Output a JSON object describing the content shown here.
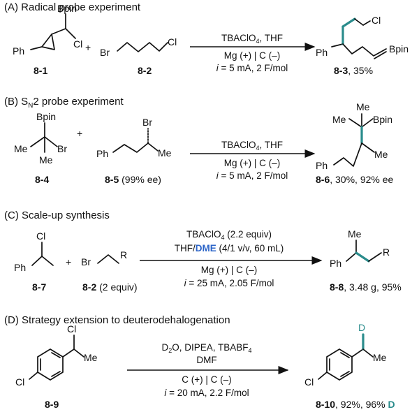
{
  "colors": {
    "teal": "#2a8c8c",
    "blue": "#2b64c8",
    "text": "#111111"
  },
  "sections": {
    "a": {
      "title": "(A) Radical probe experiment"
    },
    "b": {
      "title_pre": "(B) S",
      "title_sub": "N",
      "title_post": "2 probe experiment"
    },
    "c": {
      "title": "(C) Scale-up synthesis"
    },
    "d": {
      "title": "(D) Strategy extension to deuterodehalogenation"
    }
  },
  "a": {
    "reactant1": {
      "label": "8-1",
      "ph": "Ph",
      "bpin": "Bpin",
      "cl": "Cl"
    },
    "plus": "+",
    "reactant2": {
      "label": "8-2",
      "br": "Br",
      "cl": "Cl"
    },
    "cond1_pre": "TBAClO",
    "cond1_sub": "4",
    "cond1_post": ", THF",
    "cond2": "Mg (+) | C (–)",
    "cond3_i": "i",
    "cond3_rest": " = 5 mA, 2 F/mol",
    "product": {
      "label": "8-3",
      "yield": ", 35%",
      "ph": "Ph",
      "cl": "Cl",
      "bpin": "Bpin"
    }
  },
  "b": {
    "reactant1": {
      "label": "8-4",
      "bpin": "Bpin",
      "me1": "Me",
      "me2": "Me",
      "br": "Br"
    },
    "plus": "+",
    "reactant2": {
      "label": "8-5",
      "ee": " (99% ee)",
      "ph": "Ph",
      "br": "Br",
      "me": "Me"
    },
    "cond1_pre": "TBAClO",
    "cond1_sub": "4",
    "cond1_post": ", THF",
    "cond2": "Mg (+) | C (–)",
    "cond3_i": "i",
    "cond3_rest": " = 5 mA, 2 F/mol",
    "product": {
      "label": "8-6",
      "yield": ", 30%, 92% ee",
      "me1": "Me",
      "me2": "Me",
      "bpin": "Bpin",
      "me3": "Me",
      "ph": "Ph"
    }
  },
  "c": {
    "reactant1": {
      "label": "8-7",
      "cl": "Cl",
      "ph": "Ph"
    },
    "plus": "+",
    "reactant2": {
      "label": "8-2",
      "equiv": " (2 equiv)",
      "br": "Br",
      "r": "R"
    },
    "cond1_pre": "TBAClO",
    "cond1_sub": "4",
    "cond1_post": " (2.2 equiv)",
    "cond2_pre": "THF/",
    "cond2_blue": "DME",
    "cond2_post": " (4/1 v/v, 60 mL)",
    "cond3": "Mg (+) | C (–)",
    "cond4_i": "i",
    "cond4_rest": " = 25 mA, 2.05 F/mol",
    "product": {
      "label": "8-8",
      "yield": ", 3.48 g, 95%",
      "me": "Me",
      "ph": "Ph",
      "r": "R"
    }
  },
  "d": {
    "reactant1": {
      "label": "8-9",
      "cl_ring": "Cl",
      "cl": "Cl",
      "me": "Me"
    },
    "cond1_pre": "D",
    "cond1_sub": "2",
    "cond1_post": "O, DIPEA, TBABF",
    "cond1_sub2": "4",
    "cond2": "DMF",
    "cond3": "C (+) | C (–)",
    "cond4_i": "i",
    "cond4_rest": " = 20 mA, 2.2 F/mol",
    "product": {
      "label": "8-10",
      "yield": ", 92%, 96% ",
      "yield_d": "D",
      "d": "D",
      "cl_ring": "Cl",
      "me": "Me"
    }
  }
}
